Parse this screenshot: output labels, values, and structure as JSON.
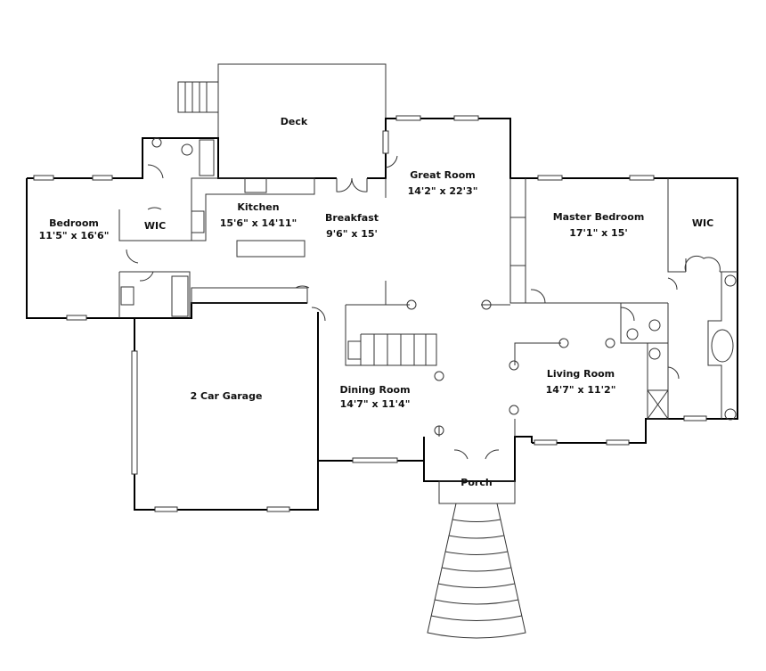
{
  "title": "Floor Plan",
  "rooms": [
    {
      "id": "deck",
      "name": "Deck",
      "size": ""
    },
    {
      "id": "great-room",
      "name": "Great Room",
      "size": "14'2\" x 22'3\""
    },
    {
      "id": "kitchen",
      "name": "Kitchen",
      "size": "15'6\" x 14'11\""
    },
    {
      "id": "breakfast",
      "name": "Breakfast",
      "size": "9'6\" x 15'"
    },
    {
      "id": "bedroom",
      "name": "Bedroom",
      "size": "11'5\" x 16'6\""
    },
    {
      "id": "wic-left",
      "name": "WIC",
      "size": ""
    },
    {
      "id": "master-bedroom",
      "name": "Master Bedroom",
      "size": "17'1\" x 15'"
    },
    {
      "id": "wic-right",
      "name": "WIC",
      "size": ""
    },
    {
      "id": "living-room",
      "name": "Living Room",
      "size": "14'7\" x 11'2\""
    },
    {
      "id": "dining-room",
      "name": "Dining Room",
      "size": "14'7\" x 11'4\""
    },
    {
      "id": "garage",
      "name": "2 Car Garage",
      "size": ""
    },
    {
      "id": "porch",
      "name": "Porch",
      "size": ""
    }
  ]
}
